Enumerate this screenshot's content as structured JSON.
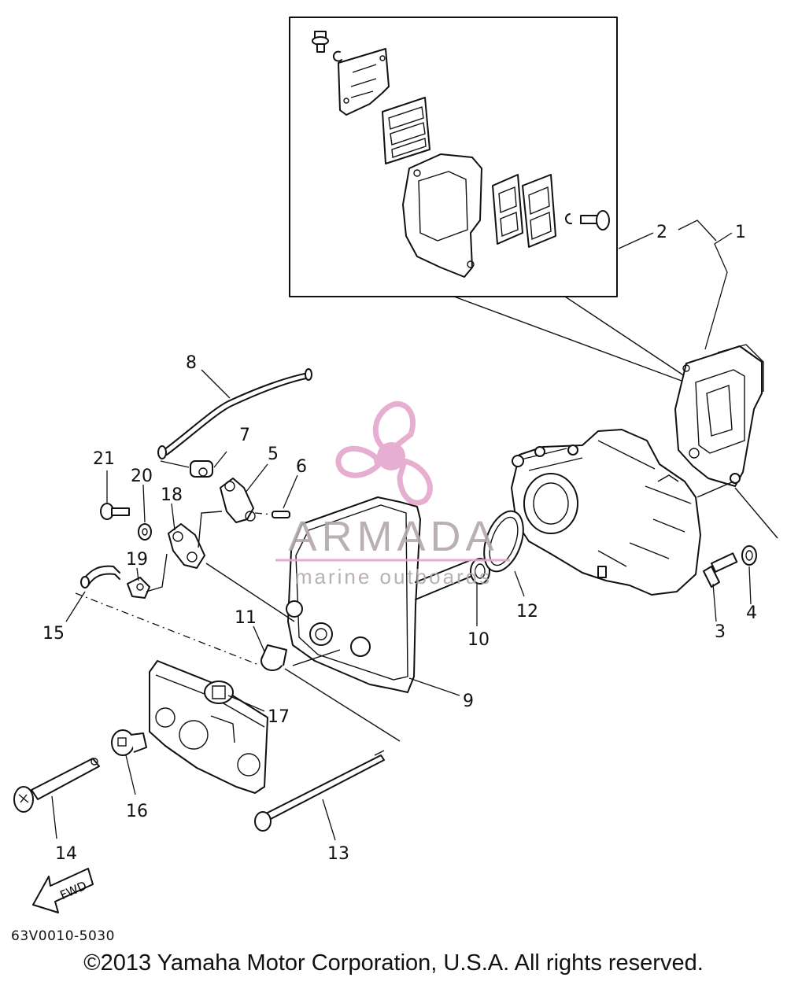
{
  "callouts": [
    "1",
    "2",
    "3",
    "4",
    "5",
    "6",
    "7",
    "8",
    "9",
    "10",
    "11",
    "12",
    "13",
    "14",
    "15",
    "16",
    "17",
    "18",
    "19",
    "20",
    "21"
  ],
  "fwd_label": "FWD",
  "watermark": {
    "brand": "ARMADA",
    "tagline": "marine outboards",
    "color": "#e4a6cc"
  },
  "diagram_code": "63V0010-5030",
  "copyright": "©2013 Yamaha Motor Corporation, U.S.A. All rights reserved."
}
